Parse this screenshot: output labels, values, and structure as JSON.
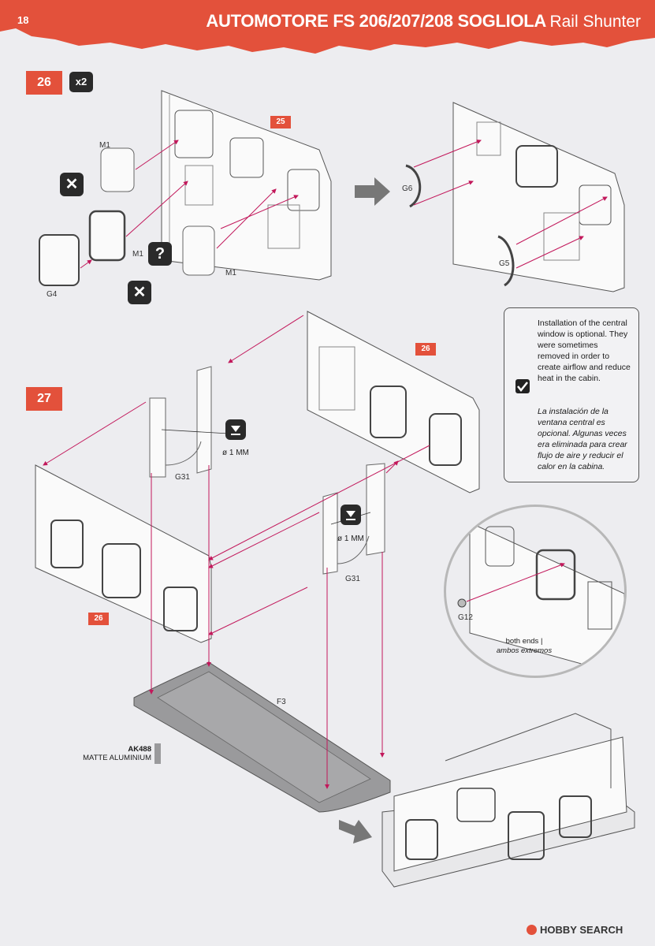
{
  "header": {
    "page_number": "18",
    "title_bold": "AUTOMOTORE FS 206/207/208 SOGLIOLA",
    "title_light": "Rail Shunter"
  },
  "step26": {
    "number": "26",
    "quantity": "x2",
    "ref_badge": "25",
    "parts": {
      "m1_top": "M1",
      "m1_mid": "M1",
      "m1_right": "M1",
      "g4": "G4",
      "g6": "G6",
      "g5": "G5"
    }
  },
  "step27": {
    "number": "27",
    "ref_badge_top": "26",
    "ref_badge_left": "26",
    "parts": {
      "g31_left": "G31",
      "g31_right": "G31",
      "f3": "F3",
      "g12": "G12"
    },
    "drill_left": "ø 1 MM",
    "drill_right": "ø 1 MM",
    "paint_code": "AK488",
    "paint_name": "MATTE ALUMINIUM",
    "detail_en": "both ends |",
    "detail_es": "ambos extremos"
  },
  "note": {
    "en": "Installation of the central window is optional. They were sometimes removed in order to create airflow and reduce heat in the cabin.",
    "es": "La instalación de la ventana central es opcional. Algunas veces era eliminada para crear flujo de aire y reducir el calor en la cabina."
  },
  "footer": {
    "logo": "HOBBY SEARCH"
  },
  "colors": {
    "accent": "#e3513b",
    "icon_dark": "#2a2a2a",
    "part_gray": "#9a9a9c"
  }
}
